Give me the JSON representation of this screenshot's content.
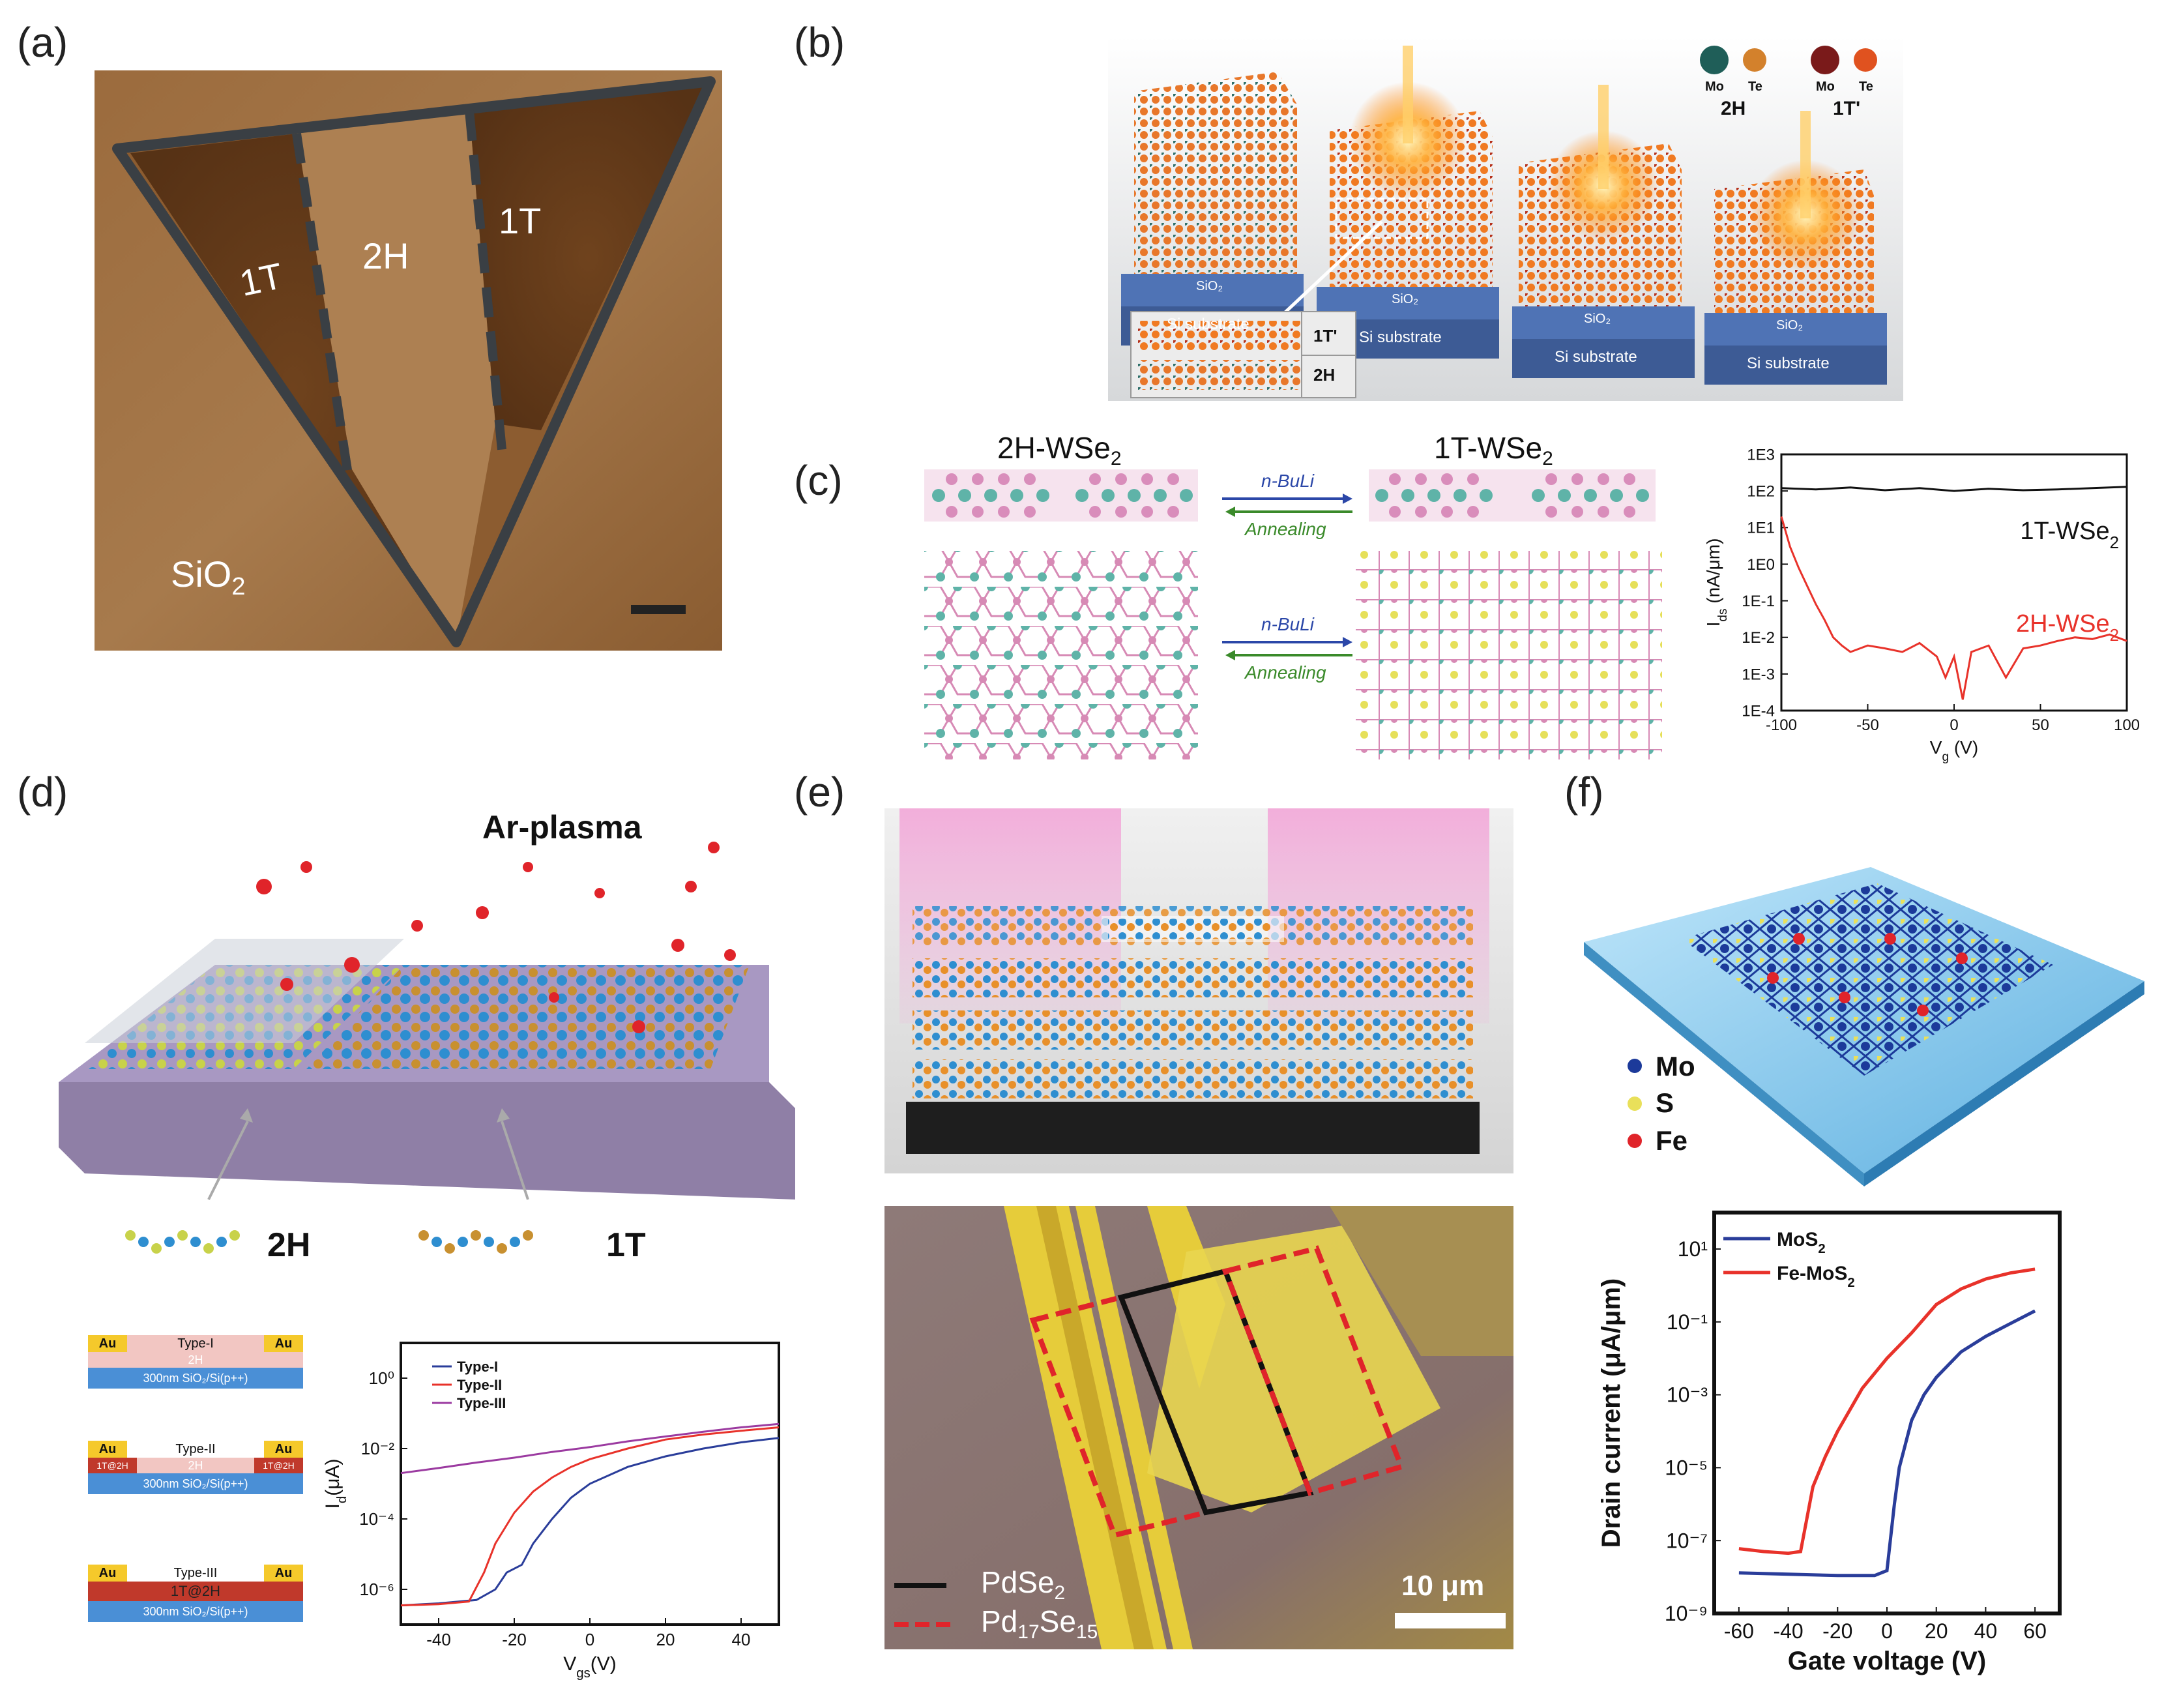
{
  "panels": {
    "a": {
      "label": "(a)",
      "regions": [
        "1T",
        "2H",
        "1T"
      ],
      "substrate": "SiO",
      "substrate_sub": "2"
    },
    "b": {
      "label": "(b)",
      "legend": {
        "atoms": [
          "Mo",
          "Te",
          "Mo",
          "Te"
        ],
        "phase_2h": "2H",
        "phase_1t": "1T'"
      },
      "substrate_labels": [
        "SiO₂",
        "Si substrate"
      ],
      "inset": {
        "top": "1T'",
        "bottom": "2H"
      }
    },
    "c": {
      "label": "(c)",
      "left_title": "2H-WSe",
      "left_title_sub": "2",
      "right_title": "1T-WSe",
      "right_title_sub": "2",
      "arrow_forward": "n-BuLi",
      "arrow_back": "Annealing"
    },
    "d": {
      "label": "(d)",
      "plasma": "Ar-plasma",
      "phase_left": "2H",
      "phase_right": "1T",
      "devices": [
        {
          "type": "Type-I",
          "contact": "Au",
          "channel": "2H",
          "substrate": "300nm SiO₂/Si(p++)"
        },
        {
          "type": "Type-II",
          "contact": "Au",
          "channel": "2H",
          "side": "1T@2H",
          "substrate": "300nm SiO₂/Si(p++)"
        },
        {
          "type": "Type-III",
          "contact": "Au",
          "channel": "1T@2H",
          "substrate": "300nm SiO₂/Si(p++)"
        }
      ]
    },
    "e": {
      "label": "(e)",
      "legend_solid": "PdSe",
      "legend_solid_sub": "2",
      "legend_dashed": "Pd",
      "legend_dashed_sub1": "17",
      "legend_dashed_mid": "Se",
      "legend_dashed_sub2": "15",
      "scale_bar": "10 μm"
    },
    "f": {
      "label": "(f)",
      "legend": [
        "Mo",
        "S",
        "Fe"
      ]
    }
  },
  "colors": {
    "afm_brown": "#8a5a2e",
    "frame_gray": "#3a3f44",
    "red": "#e8322a",
    "blue": "#2a3d9a",
    "purple": "#9b3aa0",
    "black": "#111111",
    "si_blue": "#3d5b95",
    "wafer_blue": "#6fb8e6"
  },
  "chart_data": [
    {
      "id": "c",
      "type": "line",
      "xlabel": "V",
      "xlabel_sub": "g",
      "xlabel_unit": " (V)",
      "ylabel": "I",
      "ylabel_sub": "ds",
      "ylabel_unit": " (nA/μm)",
      "y_scale": "log",
      "xlim": [
        -100,
        100
      ],
      "ylim": [
        0.0001,
        1000
      ],
      "xticks": [
        "-100",
        "-50",
        "0",
        "50",
        "100"
      ],
      "yticks": [
        "1E-4",
        "1E-3",
        "1E-2",
        "1E-1",
        "1E0",
        "1E1",
        "1E2",
        "1E3"
      ],
      "series": [
        {
          "name": "1T-WSe",
          "name_sub": "2",
          "color": "#111111",
          "x": [
            -100,
            -80,
            -60,
            -40,
            -20,
            0,
            20,
            40,
            60,
            80,
            100
          ],
          "y": [
            120,
            110,
            125,
            105,
            120,
            100,
            115,
            105,
            110,
            120,
            130
          ]
        },
        {
          "name": "2H-WSe",
          "name_sub": "2",
          "color": "#e8322a",
          "x": [
            -100,
            -95,
            -90,
            -85,
            -80,
            -75,
            -70,
            -65,
            -60,
            -50,
            -40,
            -30,
            -20,
            -10,
            -5,
            0,
            5,
            10,
            20,
            30,
            40,
            50,
            60,
            70,
            80,
            90,
            100
          ],
          "y": [
            20,
            3,
            0.8,
            0.25,
            0.08,
            0.03,
            0.01,
            0.006,
            0.004,
            0.006,
            0.005,
            0.004,
            0.007,
            0.003,
            0.0008,
            0.003,
            0.0002,
            0.004,
            0.006,
            0.0008,
            0.005,
            0.006,
            0.008,
            0.01,
            0.009,
            0.012,
            0.008
          ]
        }
      ]
    },
    {
      "id": "d",
      "type": "line",
      "xlabel": "V",
      "xlabel_sub": "gs",
      "xlabel_unit": "(V)",
      "ylabel": "I",
      "ylabel_sub": "d",
      "ylabel_unit": "(μA)",
      "y_scale": "log",
      "xlim": [
        -50,
        50
      ],
      "ylim": [
        1e-07,
        10
      ],
      "xticks": [
        "-40",
        "-20",
        "0",
        "20",
        "40"
      ],
      "yticks": [
        "10⁻⁶",
        "10⁻⁴",
        "10⁻²",
        "10⁰"
      ],
      "ytick_values": [
        1e-06,
        0.0001,
        0.01,
        1
      ],
      "series": [
        {
          "name": "Type-I",
          "color": "#2a3d9a",
          "x": [
            -50,
            -40,
            -30,
            -25,
            -22,
            -18,
            -15,
            -10,
            -5,
            0,
            10,
            20,
            30,
            40,
            50
          ],
          "y": [
            3.5e-07,
            4e-07,
            5e-07,
            1e-06,
            3e-06,
            5e-06,
            2e-05,
            0.0001,
            0.0004,
            0.001,
            0.003,
            0.006,
            0.01,
            0.015,
            0.02
          ]
        },
        {
          "name": "Type-II",
          "color": "#e8322a",
          "x": [
            -50,
            -40,
            -32,
            -28,
            -25,
            -20,
            -15,
            -10,
            -5,
            0,
            10,
            20,
            30,
            40,
            50
          ],
          "y": [
            3.5e-07,
            3.8e-07,
            4.5e-07,
            3e-06,
            2e-05,
            0.00015,
            0.0006,
            0.0015,
            0.003,
            0.005,
            0.01,
            0.018,
            0.025,
            0.032,
            0.04
          ]
        },
        {
          "name": "Type-III",
          "color": "#9b3aa0",
          "x": [
            -50,
            -40,
            -30,
            -20,
            -10,
            0,
            10,
            20,
            30,
            40,
            50
          ],
          "y": [
            0.002,
            0.0028,
            0.004,
            0.0055,
            0.008,
            0.011,
            0.016,
            0.022,
            0.03,
            0.04,
            0.05
          ]
        }
      ]
    },
    {
      "id": "f",
      "type": "line",
      "xlabel": "Gate voltage (V)",
      "ylabel": "Drain current (μA/μm)",
      "y_scale": "log",
      "xlim": [
        -70,
        70
      ],
      "ylim": [
        1e-09,
        100
      ],
      "xticks": [
        "-60",
        "-40",
        "-20",
        "0",
        "20",
        "40",
        "60"
      ],
      "yticks": [
        "10⁻⁹",
        "10⁻⁷",
        "10⁻⁵",
        "10⁻³",
        "10⁻¹",
        "10¹"
      ],
      "ytick_values": [
        1e-09,
        1e-07,
        1e-05,
        0.001,
        0.1,
        10
      ],
      "series": [
        {
          "name": "MoS",
          "name_sub": "2",
          "color": "#2a3d9a",
          "x": [
            -60,
            -40,
            -20,
            -5,
            0,
            3,
            5,
            10,
            15,
            20,
            30,
            40,
            50,
            60
          ],
          "y": [
            1.3e-08,
            1.2e-08,
            1.1e-08,
            1.1e-08,
            1.5e-08,
            1e-06,
            1e-05,
            0.0002,
            0.001,
            0.003,
            0.015,
            0.04,
            0.09,
            0.2
          ]
        },
        {
          "name": "Fe-MoS",
          "name_sub": "2",
          "color": "#e8322a",
          "x": [
            -60,
            -50,
            -40,
            -35,
            -30,
            -25,
            -20,
            -10,
            0,
            10,
            20,
            30,
            40,
            50,
            60
          ],
          "y": [
            6e-08,
            5e-08,
            4.5e-08,
            5e-08,
            3e-06,
            2e-05,
            0.0001,
            0.0015,
            0.01,
            0.05,
            0.3,
            0.8,
            1.5,
            2.2,
            2.8
          ]
        }
      ]
    }
  ]
}
